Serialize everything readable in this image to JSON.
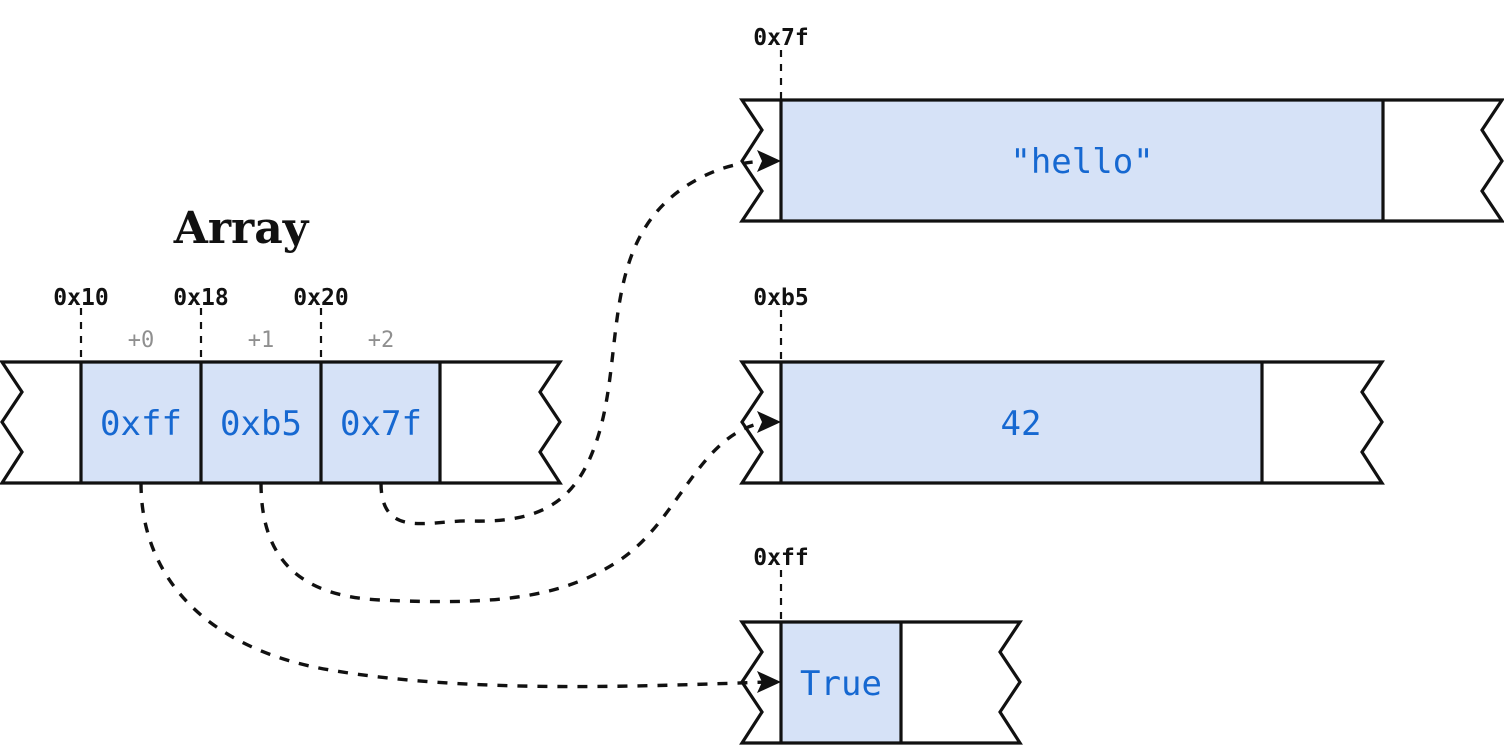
{
  "diagram": {
    "title": "Array",
    "colors": {
      "fill_blue": "#d6e2f7",
      "text_blue": "#1668d1",
      "stroke_black": "#111111",
      "offset_gray": "#8f8f8f",
      "background": "#ffffff"
    },
    "array": {
      "label": "Array",
      "address_ticks": [
        {
          "address": "0x10",
          "offset": "+0"
        },
        {
          "address": "0x18",
          "offset": "+1"
        },
        {
          "address": "0x20",
          "offset": "+2"
        }
      ],
      "cells": [
        {
          "value": "0xff",
          "offset": "+0",
          "address": "0x10"
        },
        {
          "value": "0xb5",
          "offset": "+1",
          "address": "0x18"
        },
        {
          "value": "0x7f",
          "offset": "+2",
          "address": "0x20"
        }
      ]
    },
    "objects": [
      {
        "address": "0x7f",
        "value": "\"hello\""
      },
      {
        "address": "0xb5",
        "value": "42"
      },
      {
        "address": "0xff",
        "value": "True"
      }
    ],
    "pointers": [
      {
        "from_cell": "0xff",
        "from_offset": "+0",
        "to_object": "True",
        "to_address": "0xff"
      },
      {
        "from_cell": "0xb5",
        "from_offset": "+1",
        "to_object": "42",
        "to_address": "0xb5"
      },
      {
        "from_cell": "0x7f",
        "from_offset": "+2",
        "to_object": "\"hello\"",
        "to_address": "0x7f"
      }
    ]
  }
}
